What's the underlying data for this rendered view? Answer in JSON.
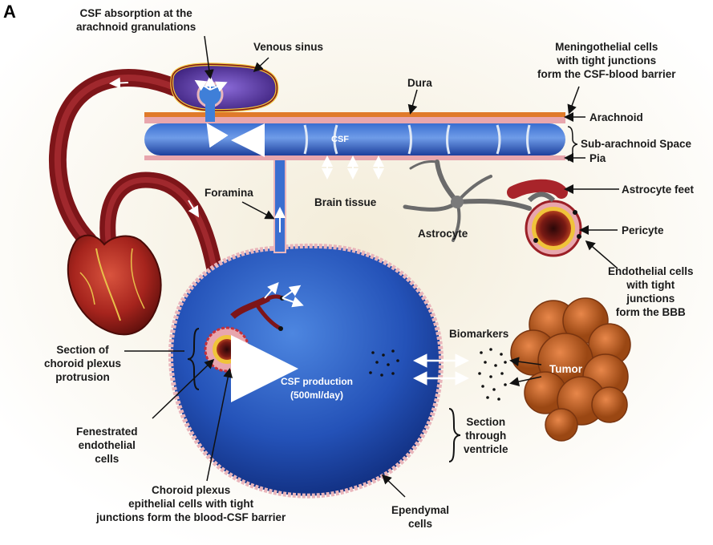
{
  "panel_letter": "A",
  "labels": {
    "csf_absorption": [
      "CSF absorption at the",
      "arachnoid granulations"
    ],
    "venous_sinus": "Venous sinus",
    "meningothelial": [
      "Meningothelial cells",
      "with tight junctions",
      "form the CSF-blood barrier"
    ],
    "dura": "Dura",
    "arachnoid": "Arachnoid",
    "subarachnoid": "Sub-arachnoid Space",
    "pia": "Pia",
    "csf": "CSF",
    "brain_tissue": "Brain tissue",
    "foramina": "Foramina",
    "astrocyte": "Astrocyte",
    "astrocyte_feet": "Astrocyte feet",
    "pericyte": "Pericyte",
    "endothelial_bbb": [
      "Endothelial cells",
      "with tight",
      "junctions",
      "form the BBB"
    ],
    "section_choroid": [
      "Section of",
      "choroid plexus",
      "protrusion"
    ],
    "csf_production": [
      "CSF production",
      "(500ml/day)"
    ],
    "biomarkers": "Biomarkers",
    "tumor": "Tumor",
    "section_ventricle": [
      "Section",
      "through",
      "ventricle"
    ],
    "fenestrated": [
      "Fenestrated",
      "endothelial",
      "cells"
    ],
    "choroid_epithelial": [
      "Choroid plexus",
      "epithelial cells with tight",
      "junctions form the blood-CSF barrier"
    ],
    "ependymal": [
      "Ependymal",
      "cells"
    ]
  },
  "colors": {
    "csf_blue": "#2a63c8",
    "dark_blue": "#12328a",
    "vessel_red": "#9b1f26",
    "dura_orange": "#e07a2a",
    "tumor_orange": "#c8621e",
    "pink_cells": "#e8a6ad"
  }
}
